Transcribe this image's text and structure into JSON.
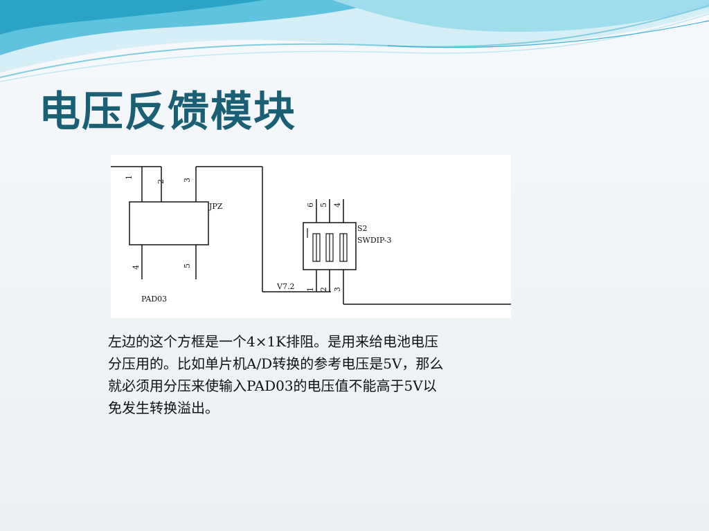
{
  "slide": {
    "title": "电压反馈模块",
    "description": "左边的这个方框是一个4×1K排阻。是用来给电池电压分压用的。比如单片机A/D转换的参考电压是5V，那么就必须用分压来使输入PAD03的电压值不能高于5V以免发生转换溢出。"
  },
  "circuit": {
    "resistor_pack": {
      "label": "JPZ",
      "pins": [
        "1",
        "2",
        "3",
        "4",
        "5"
      ]
    },
    "pad_label": "PAD03",
    "net_label": "V7.2",
    "dip_switch": {
      "name": "S2",
      "type": "SWDIP-3",
      "top_pins": [
        "6",
        "5",
        "4"
      ],
      "bottom_pins": [
        "1",
        "2",
        "3"
      ]
    }
  },
  "colors": {
    "title": "#1b5f74",
    "wave_light": "#cfeaf2",
    "wave_mid": "#7fcde0",
    "wave_dark": "#2aa3c6"
  }
}
